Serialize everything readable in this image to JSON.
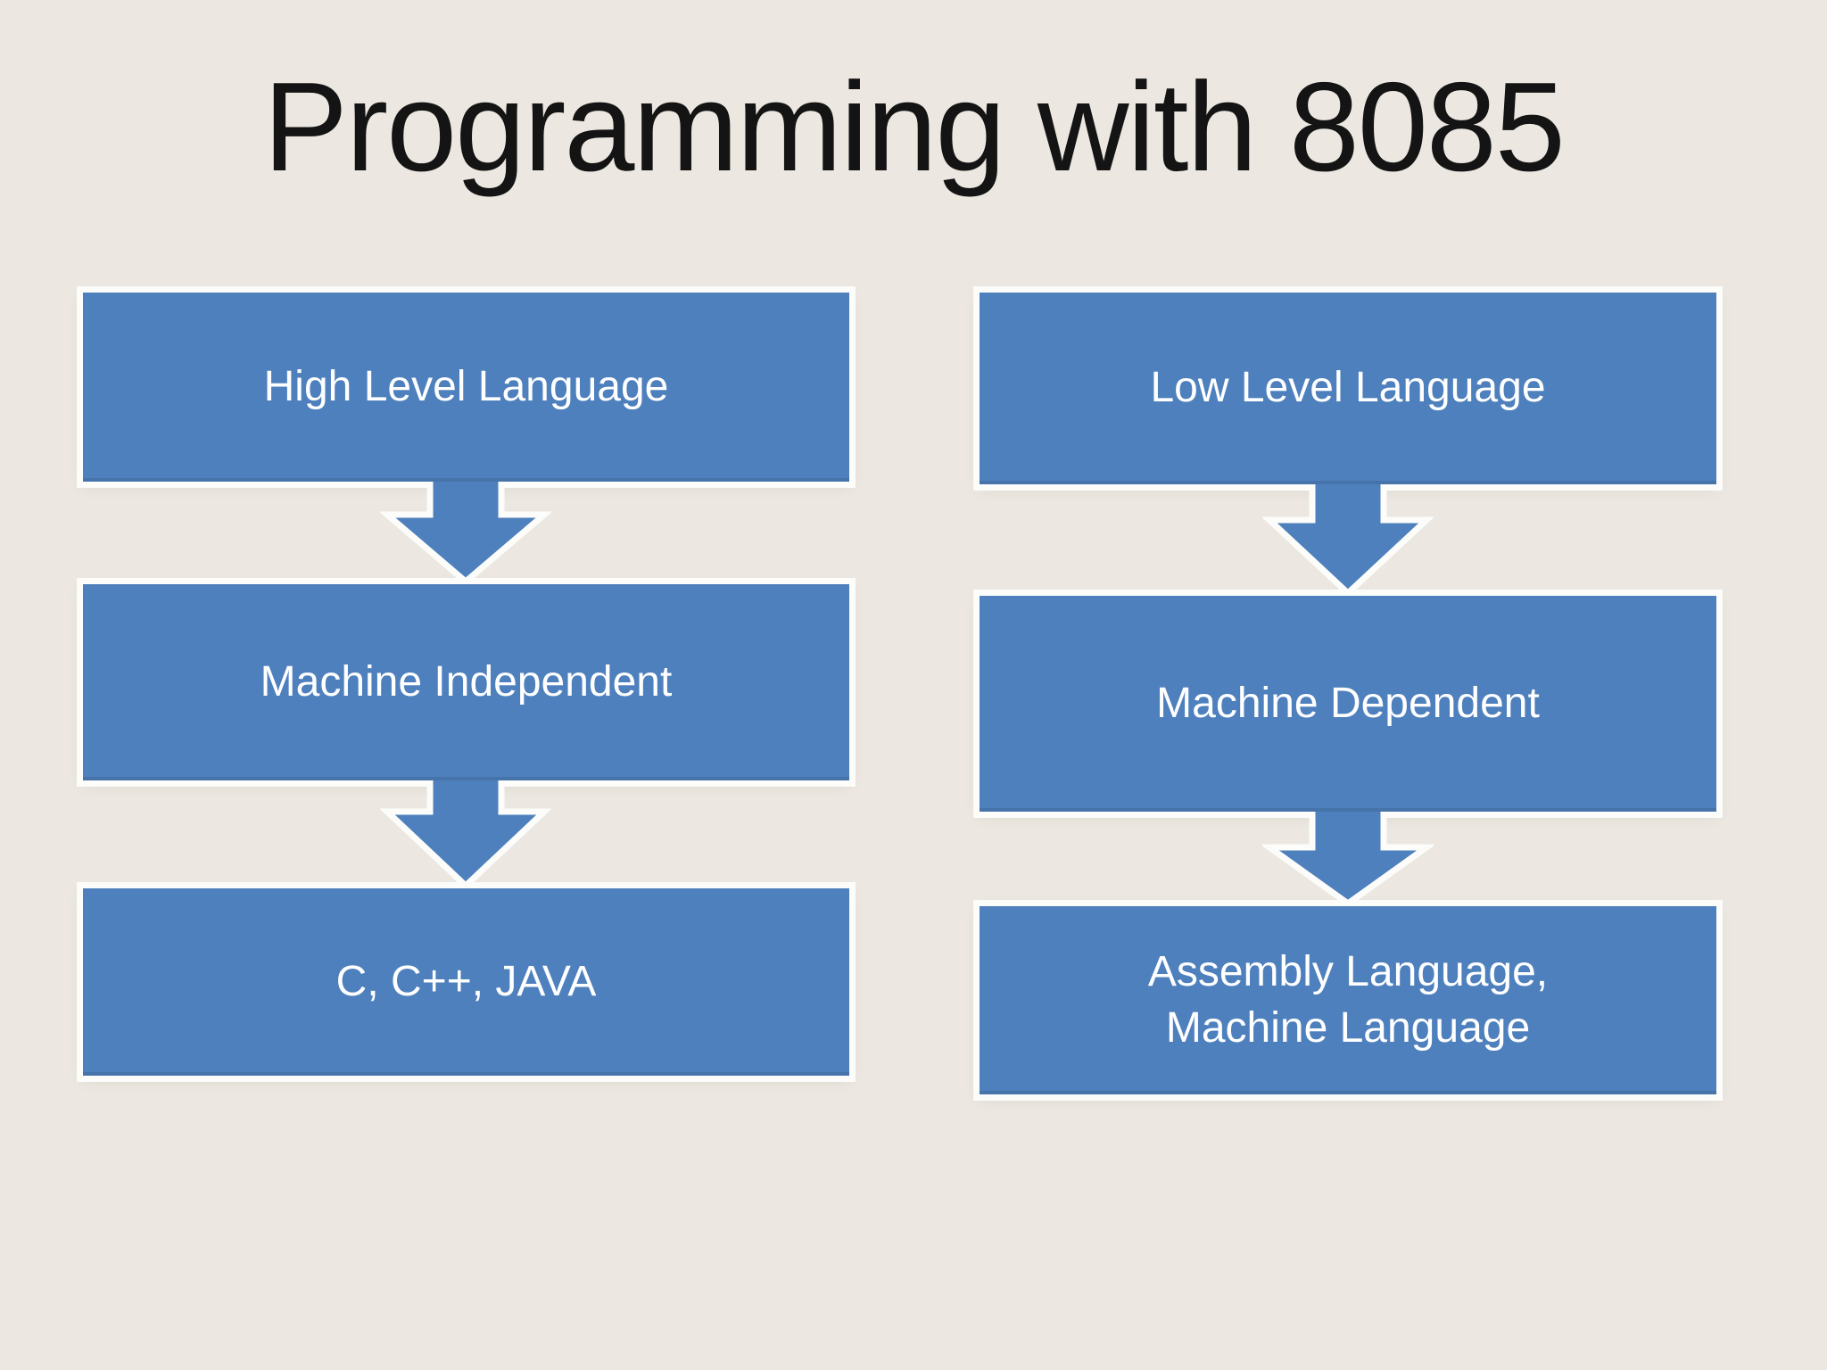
{
  "title": "Programming with 8085",
  "colors": {
    "background": "#ece8e1",
    "box_fill": "#4e80bd",
    "box_border": "#fcfcfa",
    "box_text": "#ffffff",
    "title_text": "#141414"
  },
  "diagram": {
    "type": "flowchart",
    "columns": [
      {
        "name": "high-level-language-flow",
        "boxes": [
          "High Level Language",
          "Machine Independent",
          "C, C++, JAVA"
        ]
      },
      {
        "name": "low-level-language-flow",
        "boxes": [
          "Low Level Language",
          "Machine Dependent",
          "Assembly Language,\nMachine Language"
        ]
      }
    ],
    "connector": "down-block-arrow"
  }
}
